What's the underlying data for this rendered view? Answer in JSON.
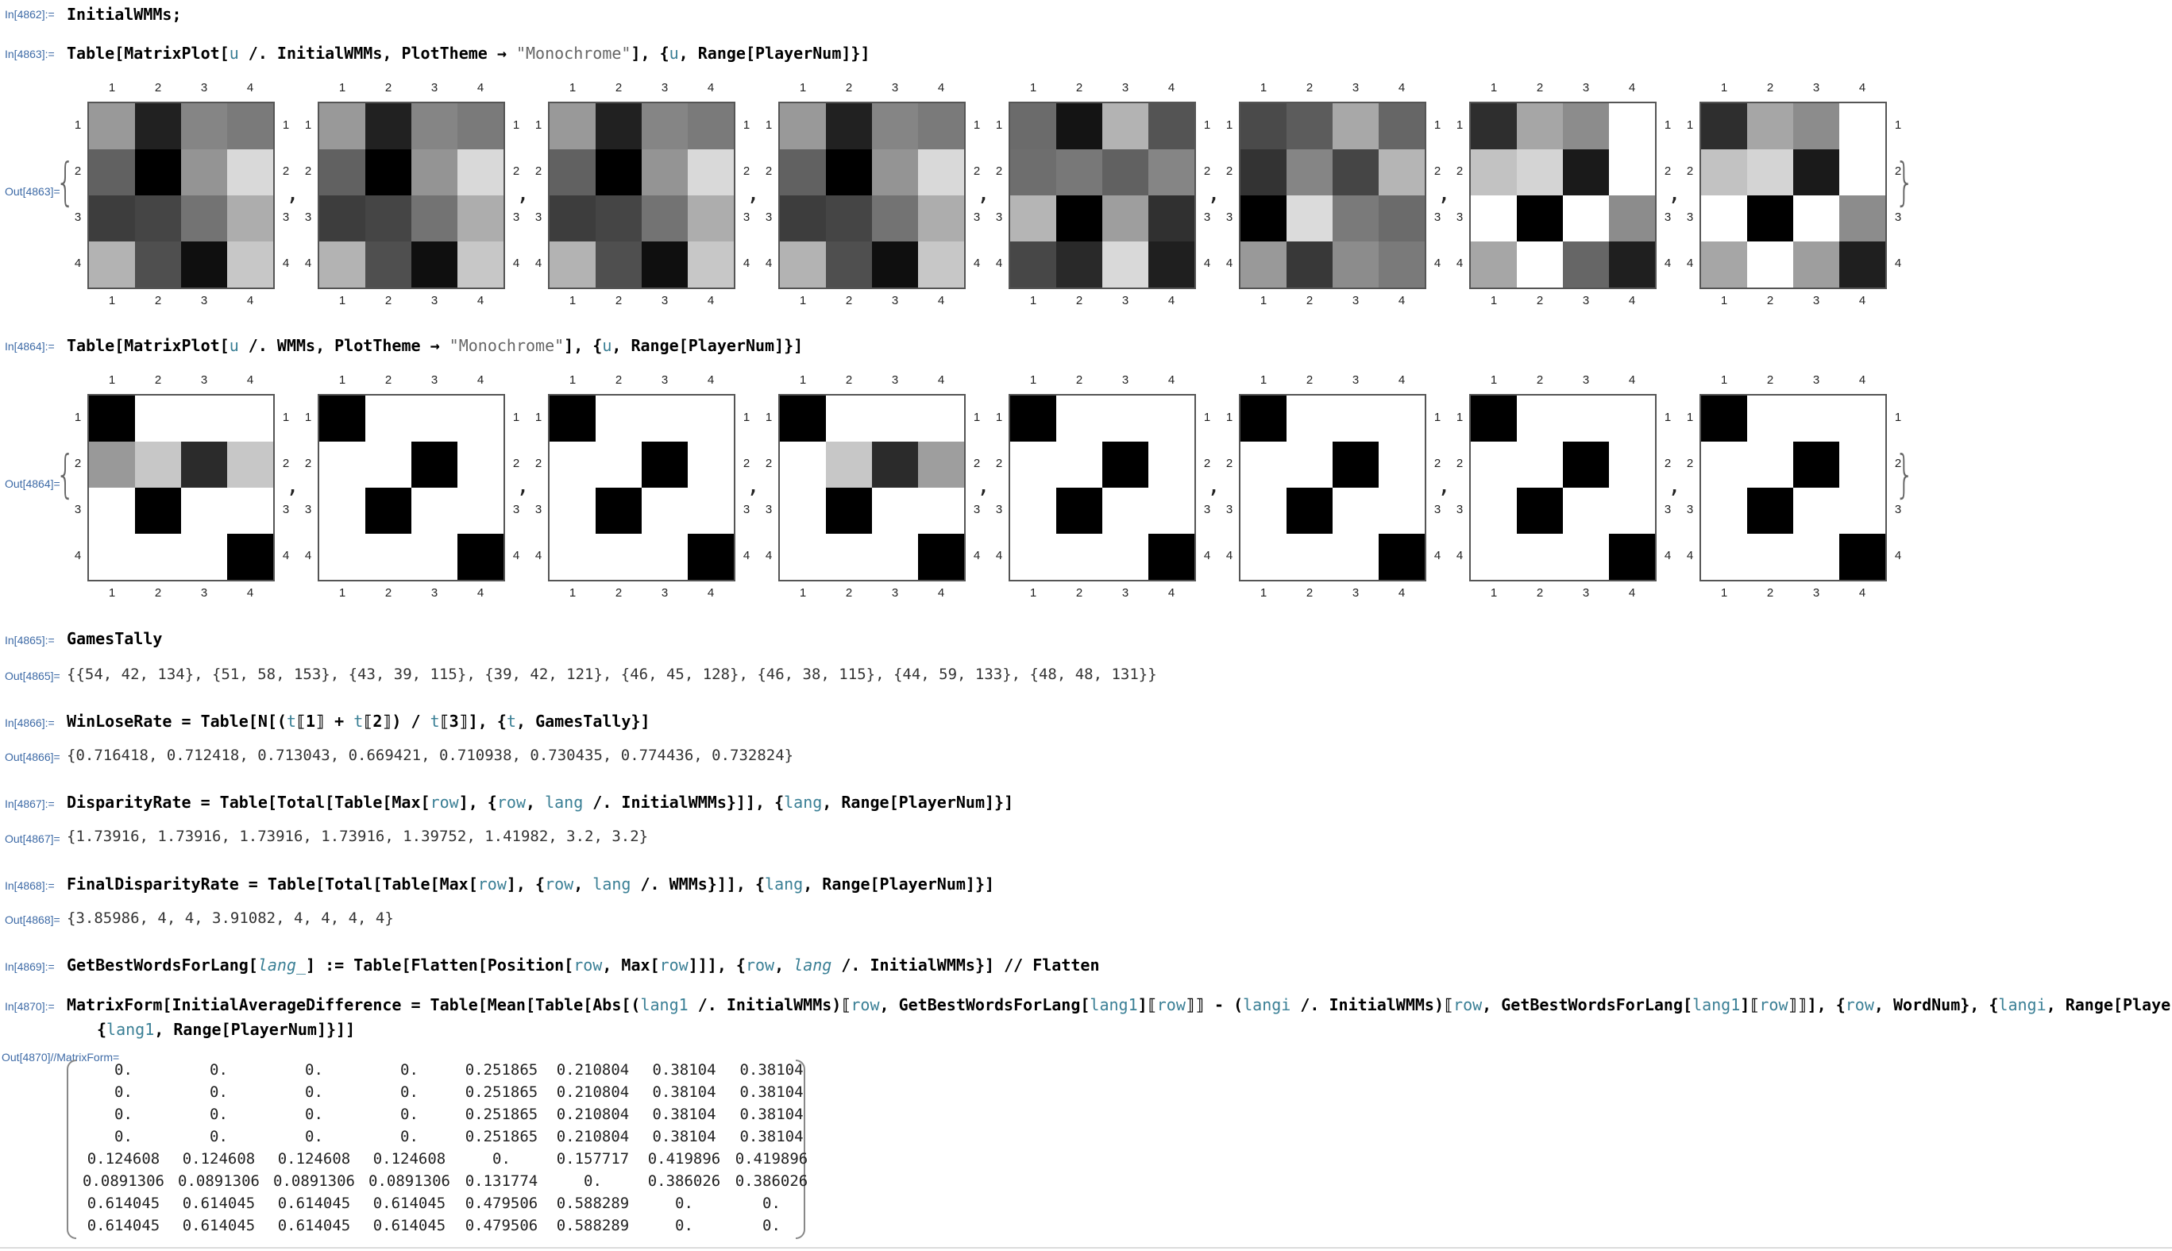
{
  "cells": [
    {
      "in": "In[4862]:=",
      "code_id": "c4862"
    },
    {
      "in": "In[4863]:=",
      "out": "Out[4863]=",
      "code_id": "c4863"
    },
    {
      "in": "In[4864]:=",
      "out": "Out[4864]=",
      "code_id": "c4864"
    },
    {
      "in": "In[4865]:=",
      "out": "Out[4865]=",
      "code_id": "c4865",
      "result": "{{54, 42, 134}, {51, 58, 153}, {43, 39, 115}, {39, 42, 121}, {46, 45, 128}, {46, 38, 115}, {44, 59, 133}, {48, 48, 131}}"
    },
    {
      "in": "In[4866]:=",
      "out": "Out[4866]=",
      "code_id": "c4866",
      "result": "{0.716418, 0.712418, 0.713043, 0.669421, 0.710938, 0.730435, 0.774436, 0.732824}"
    },
    {
      "in": "In[4867]:=",
      "out": "Out[4867]=",
      "code_id": "c4867",
      "result": "{1.73916, 1.73916, 1.73916, 1.73916, 1.39752, 1.41982, 3.2, 3.2}"
    },
    {
      "in": "In[4868]:=",
      "out": "Out[4868]=",
      "code_id": "c4868",
      "result": "{3.85986, 4, 4, 3.91082, 4, 4, 4, 4}"
    },
    {
      "in": "In[4869]:=",
      "code_id": "c4869"
    },
    {
      "in": "In[4870]:=",
      "out": "Out[4870]//MatrixForm=",
      "code_id": "c4870"
    }
  ],
  "code": {
    "c4862": [
      [
        "t",
        "InitialWMMs;"
      ]
    ],
    "c4863": [
      [
        "t",
        "Table[MatrixPlot["
      ],
      [
        "v",
        "u"
      ],
      [
        "t",
        " /. InitialWMMs, PlotTheme → "
      ],
      [
        "s",
        "\"Monochrome\""
      ],
      [
        "t",
        "], {"
      ],
      [
        "v",
        "u"
      ],
      [
        "t",
        ", Range[PlayerNum]}]"
      ]
    ],
    "c4864": [
      [
        "t",
        "Table[MatrixPlot["
      ],
      [
        "v",
        "u"
      ],
      [
        "t",
        " /. WMMs, PlotTheme → "
      ],
      [
        "s",
        "\"Monochrome\""
      ],
      [
        "t",
        "], {"
      ],
      [
        "v",
        "u"
      ],
      [
        "t",
        ", Range[PlayerNum]}]"
      ]
    ],
    "c4865": [
      [
        "t",
        "GamesTally"
      ]
    ],
    "c4866": [
      [
        "t",
        "WinLoseRate = Table[N[("
      ],
      [
        "v",
        "t"
      ],
      [
        "t",
        "⟦1⟧ + "
      ],
      [
        "v",
        "t"
      ],
      [
        "t",
        "⟦2⟧) / "
      ],
      [
        "v",
        "t"
      ],
      [
        "t",
        "⟦3⟧], {"
      ],
      [
        "v",
        "t"
      ],
      [
        "t",
        ", GamesTally}]"
      ]
    ],
    "c4867": [
      [
        "t",
        "DisparityRate = Table[Total[Table[Max["
      ],
      [
        "v",
        "row"
      ],
      [
        "t",
        "], {"
      ],
      [
        "v",
        "row"
      ],
      [
        "t",
        ", "
      ],
      [
        "v",
        "lang"
      ],
      [
        "t",
        " /. InitialWMMs}]], {"
      ],
      [
        "v",
        "lang"
      ],
      [
        "t",
        ", Range[PlayerNum]}]"
      ]
    ],
    "c4868": [
      [
        "t",
        "FinalDisparityRate = Table[Total[Table[Max["
      ],
      [
        "v",
        "row"
      ],
      [
        "t",
        "], {"
      ],
      [
        "v",
        "row"
      ],
      [
        "t",
        ", "
      ],
      [
        "v",
        "lang"
      ],
      [
        "t",
        " /. WMMs}]], {"
      ],
      [
        "v",
        "lang"
      ],
      [
        "t",
        ", Range[PlayerNum]}]"
      ]
    ],
    "c4869": [
      [
        "t",
        "GetBestWordsForLang["
      ],
      [
        "p",
        "lang_"
      ],
      [
        "t",
        "] := Table[Flatten[Position["
      ],
      [
        "v",
        "row"
      ],
      [
        "t",
        ", Max["
      ],
      [
        "v",
        "row"
      ],
      [
        "t",
        "]]], {"
      ],
      [
        "v",
        "row"
      ],
      [
        "t",
        ", "
      ],
      [
        "p",
        "lang"
      ],
      [
        "t",
        " /. InitialWMMs}] // Flatten"
      ]
    ],
    "c4870a": [
      [
        "t",
        "MatrixForm[InitialAverageDifference = Table[Mean[Table[Abs[("
      ],
      [
        "v",
        "lang1"
      ],
      [
        "t",
        " /. InitialWMMs)⟦"
      ],
      [
        "v",
        "row"
      ],
      [
        "t",
        ", GetBestWordsForLang["
      ],
      [
        "v",
        "lang1"
      ],
      [
        "t",
        "]⟦"
      ],
      [
        "v",
        "row"
      ],
      [
        "t",
        "⟧⟧ - ("
      ],
      [
        "v",
        "langi"
      ],
      [
        "t",
        " /. InitialWMMs)⟦"
      ],
      [
        "v",
        "row"
      ],
      [
        "t",
        ", GetBestWordsForLang["
      ],
      [
        "v",
        "lang1"
      ],
      [
        "t",
        "]⟦"
      ],
      [
        "v",
        "row"
      ],
      [
        "t",
        "⟧⟧], {"
      ],
      [
        "v",
        "row"
      ],
      [
        "t",
        ", WordNum}, {"
      ],
      [
        "v",
        "langi"
      ],
      [
        "t",
        ", Range[PlayerNum]}]],"
      ]
    ],
    "c4870b": [
      [
        "t",
        "{"
      ],
      [
        "v",
        "lang1"
      ],
      [
        "t",
        ", Range[PlayerNum]}]]"
      ]
    ]
  },
  "tick_labels": [
    "1",
    "2",
    "3",
    "4"
  ],
  "punct": {
    "comma": ",",
    "lbrace": "{",
    "rbrace": "}"
  },
  "initial_plots": [
    [
      [
        0.6,
        0.13,
        0.52,
        0.48
      ],
      [
        0.38,
        0.0,
        0.58,
        0.85
      ],
      [
        0.24,
        0.27,
        0.45,
        0.68
      ],
      [
        0.7,
        0.31,
        0.06,
        0.78
      ]
    ],
    [
      [
        0.6,
        0.13,
        0.52,
        0.48
      ],
      [
        0.38,
        0.0,
        0.58,
        0.85
      ],
      [
        0.24,
        0.27,
        0.45,
        0.68
      ],
      [
        0.7,
        0.31,
        0.06,
        0.78
      ]
    ],
    [
      [
        0.6,
        0.13,
        0.52,
        0.48
      ],
      [
        0.38,
        0.0,
        0.58,
        0.85
      ],
      [
        0.24,
        0.27,
        0.45,
        0.68
      ],
      [
        0.7,
        0.31,
        0.06,
        0.78
      ]
    ],
    [
      [
        0.6,
        0.13,
        0.52,
        0.48
      ],
      [
        0.38,
        0.0,
        0.58,
        0.85
      ],
      [
        0.24,
        0.27,
        0.45,
        0.68
      ],
      [
        0.7,
        0.31,
        0.06,
        0.78
      ]
    ],
    [
      [
        0.42,
        0.08,
        0.7,
        0.33
      ],
      [
        0.43,
        0.47,
        0.38,
        0.52
      ],
      [
        0.71,
        0.0,
        0.62,
        0.19
      ],
      [
        0.28,
        0.16,
        0.85,
        0.12
      ]
    ],
    [
      [
        0.29,
        0.36,
        0.66,
        0.4
      ],
      [
        0.2,
        0.52,
        0.27,
        0.71
      ],
      [
        0.0,
        0.86,
        0.48,
        0.42
      ],
      [
        0.6,
        0.22,
        0.55,
        0.48
      ]
    ],
    [
      [
        0.18,
        0.65,
        0.55,
        1.0
      ],
      [
        0.76,
        0.83,
        0.1,
        1.0
      ],
      [
        1.0,
        0.0,
        1.0,
        0.55
      ],
      [
        0.65,
        1.0,
        0.4,
        0.12
      ]
    ],
    [
      [
        0.18,
        0.65,
        0.55,
        1.0
      ],
      [
        0.76,
        0.83,
        0.1,
        1.0
      ],
      [
        1.0,
        0.0,
        1.0,
        0.55
      ],
      [
        0.65,
        1.0,
        0.62,
        0.12
      ]
    ]
  ],
  "final_plots": [
    [
      [
        0,
        1,
        1,
        1
      ],
      [
        0.6,
        0.78,
        0.17,
        0.78
      ],
      [
        1,
        0,
        1,
        1
      ],
      [
        1,
        1,
        1,
        0
      ]
    ],
    [
      [
        0,
        1,
        1,
        1
      ],
      [
        1,
        1,
        0,
        1
      ],
      [
        1,
        0,
        1,
        1
      ],
      [
        1,
        1,
        1,
        0
      ]
    ],
    [
      [
        0,
        1,
        1,
        1
      ],
      [
        1,
        1,
        0,
        1
      ],
      [
        1,
        0,
        1,
        1
      ],
      [
        1,
        1,
        1,
        0
      ]
    ],
    [
      [
        0,
        1,
        1,
        1
      ],
      [
        1,
        0.78,
        0.17,
        0.62
      ],
      [
        1,
        0,
        1,
        1
      ],
      [
        1,
        1,
        1,
        0
      ]
    ],
    [
      [
        0,
        1,
        1,
        1
      ],
      [
        1,
        1,
        0,
        1
      ],
      [
        1,
        0,
        1,
        1
      ],
      [
        1,
        1,
        1,
        0
      ]
    ],
    [
      [
        0,
        1,
        1,
        1
      ],
      [
        1,
        1,
        0,
        1
      ],
      [
        1,
        0,
        1,
        1
      ],
      [
        1,
        1,
        1,
        0
      ]
    ],
    [
      [
        0,
        1,
        1,
        1
      ],
      [
        1,
        1,
        0,
        1
      ],
      [
        1,
        0,
        1,
        1
      ],
      [
        1,
        1,
        1,
        0
      ]
    ],
    [
      [
        0,
        1,
        1,
        1
      ],
      [
        1,
        1,
        0,
        1
      ],
      [
        1,
        0,
        1,
        1
      ],
      [
        1,
        1,
        1,
        0
      ]
    ]
  ],
  "matrix_rows": [
    [
      "0.",
      "0.",
      "0.",
      "0.",
      "0.251865",
      "0.210804",
      "0.38104",
      "0.38104"
    ],
    [
      "0.",
      "0.",
      "0.",
      "0.",
      "0.251865",
      "0.210804",
      "0.38104",
      "0.38104"
    ],
    [
      "0.",
      "0.",
      "0.",
      "0.",
      "0.251865",
      "0.210804",
      "0.38104",
      "0.38104"
    ],
    [
      "0.",
      "0.",
      "0.",
      "0.",
      "0.251865",
      "0.210804",
      "0.38104",
      "0.38104"
    ],
    [
      "0.124608",
      "0.124608",
      "0.124608",
      "0.124608",
      "0.",
      "0.157717",
      "0.419896",
      "0.419896"
    ],
    [
      "0.0891306",
      "0.0891306",
      "0.0891306",
      "0.0891306",
      "0.131774",
      "0.",
      "0.386026",
      "0.386026"
    ],
    [
      "0.614045",
      "0.614045",
      "0.614045",
      "0.614045",
      "0.479506",
      "0.588289",
      "0.",
      "0."
    ],
    [
      "0.614045",
      "0.614045",
      "0.614045",
      "0.614045",
      "0.479506",
      "0.588289",
      "0.",
      "0."
    ]
  ]
}
